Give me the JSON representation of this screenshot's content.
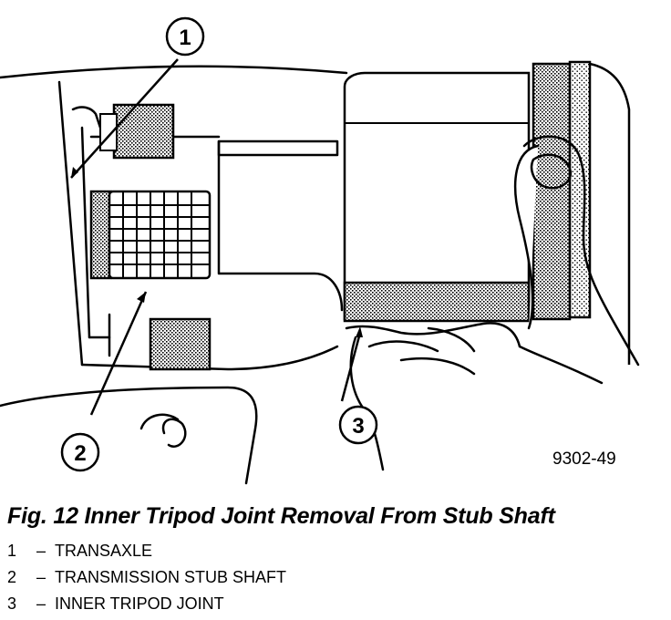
{
  "figure": {
    "code": "9302-49",
    "callouts": [
      "1",
      "2",
      "3"
    ]
  },
  "caption": "Fig. 12 Inner Tripod Joint Removal From Stub Shaft",
  "legend": [
    {
      "num": "1",
      "dash": "–",
      "label": "TRANSAXLE"
    },
    {
      "num": "2",
      "dash": "–",
      "label": "TRANSMISSION STUB SHAFT"
    },
    {
      "num": "3",
      "dash": "–",
      "label": "INNER TRIPOD JOINT"
    }
  ]
}
